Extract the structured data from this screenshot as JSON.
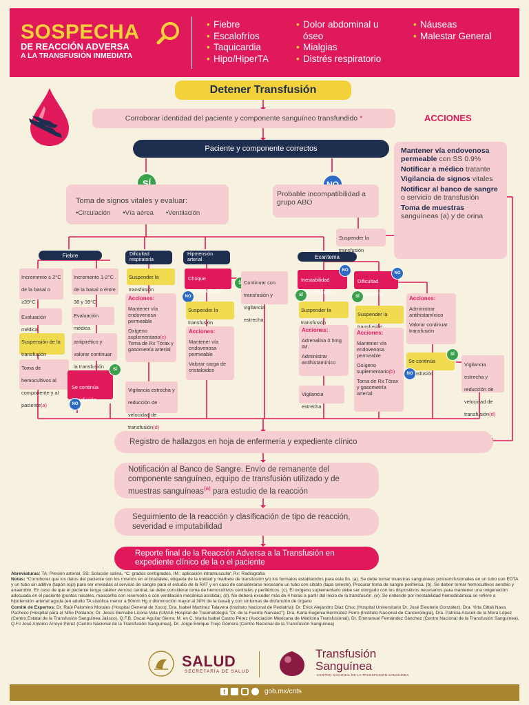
{
  "header": {
    "title": "SOSPECHA",
    "subtitle1": "DE REACCIÓN ADVERSA",
    "subtitle2": "A LA TRANSFUSIÓN INMEDIATA",
    "symptoms_col1": [
      "Fiebre",
      "Escalofríos",
      "Taquicardia",
      "Hipo/HiperTA"
    ],
    "symptoms_col2": [
      "Dolor abdominal u óseo",
      "Mialgias",
      "Distrés respiratorio"
    ],
    "symptoms_col3": [
      "Náuseas",
      "Malestar General"
    ]
  },
  "stop_label": "Detener Transfusión",
  "verify_label": "Corroborar identidad del paciente y componente sanguíneo transfundido",
  "verify_mark": "*",
  "correct_label": "Paciente y componente correctos",
  "yes": "SÍ",
  "no": "NO",
  "si_small": "SÍ",
  "no_small": "NO",
  "vitals": {
    "title": "Toma de signos vitales y evaluar:",
    "items": [
      "•Circulación",
      "•Vía aérea",
      "•Ventilación"
    ]
  },
  "abo_label": "Probable incompatibilidad a grupo ABO",
  "suspend_label": "Suspender la transfusión",
  "acciones_title": "ACCIONES",
  "acciones": [
    {
      "bold": "Mantener vía endovenosa permeable",
      "rest": "con SS 0.9%"
    },
    {
      "bold": "Notificar a médico",
      "rest": "tratante"
    },
    {
      "bold": "Vigilancia de signos",
      "rest": "vitales"
    },
    {
      "bold": "Notificar al banco de sangre",
      "rest": "o servicio de transfusión"
    },
    {
      "bold": "Toma de muestras",
      "rest": "sanguíneas (a) y de orina"
    }
  ],
  "fiebre": {
    "tag": "Fiebre",
    "inc1": "Incremento ≥ 2°C de la basal o ≥39°C",
    "inc2": "Incremento 1-2°C de la basal o entre 38 y 39°C",
    "eval1": "Evaluación médica",
    "eval2": "Evaluación médica",
    "susp": "Suspensión de la transfusión",
    "antip": "antipirético y valorar continuar la transfusión",
    "hemo": "Toma de hemocultivos al componente y al paciente",
    "hemo_mark": "(a)",
    "continua": "Se continúa transfusión"
  },
  "dificultad": {
    "tag": "Dificultad respiratoria",
    "susp": "Suspender la transfusión",
    "acc": "Acciones:",
    "a1": "Mantener vía endovenosa permeable",
    "a2": "Oxígeno suplementario",
    "a2_mark": "(c)",
    "a3": "Toma de Rx Tórax y gasometría arterial",
    "vig": "Vigilancia estrecha y reducción de velocidad de transfusión",
    "vig_mark": "(d)"
  },
  "hipotension": {
    "tag": "Hipotensión arterial",
    "choque": "Choque hemorrágico",
    "choque_mark": "(e)",
    "continuar": "Continuar con transfusión y vigilancia estrecha",
    "susp": "Suspender la transfusión",
    "acc": "Acciones:",
    "a1": "Mantener vía endovenosa permeable",
    "a2": "Valorar carga de cristaloides"
  },
  "exantema": {
    "tag": "Exantema",
    "inest": "Inestabilidad hemodinámica",
    "dif": "Dificultad respiratoria",
    "susp1": "Suspender la transfusión",
    "susp2": "Suspender la transfusión",
    "acc": "Acciones:",
    "b1": "Adrenalina 0.5mg IM.",
    "b2": "Administrar antihistamínico",
    "vig1": "Vigilancia estrecha",
    "c1": "Mantener vía endovenosa permeable",
    "c2": "Oxígeno suplementario",
    "c2_mark": "(b)",
    "c3": "Toma de Rx Tórax y gasometría arterial",
    "d1": "Administrar antihistamínico",
    "d2": "Valorar continuar transfusión",
    "continua": "Se continúa transfusión",
    "vig2": "Vigilancia estrecha y reducción de velocidad de transfusión",
    "vig2_mark": "(d)"
  },
  "bottom": {
    "registro": "Registro de hallazgos en hoja de enfermería y expediente clínico",
    "notif": "Notificación al Banco de Sangre. Envío de remanente del componente sanguíneo, equipo de transfusión utilizado y de muestras sanguíneas",
    "notif_mark": "(a)",
    "notif_tail": " para estudio de la reacción",
    "seguimiento": "Seguimiento de la reacción y clasificación de tipo de reacción, severidad e imputabilidad",
    "reporte": "Reporte final de la Reacción Adversa a la Transfusión en expediente clínico de la o el paciente"
  },
  "notes": {
    "abrev_label": "Abreviaturas:",
    "abrev": " TA: Presión arterial, SS: Solución salina, °C: grados centígrados, IM.: aplicación intramuscular; Rx: Radiografía",
    "notas_label": "Notas:",
    "notas": " *Corroborar que los datos del paciente son los mismos en el brazalete, etiqueta de la unidad y marbete de transfusión y/o los formatos establecidos para este fin. (a). Se debe tomar muestras sanguíneas postransfusionales en un tubo con EDTA y un tubo sin aditivo (tapón rojo) para ser enviadas al servicio de sangre para el estudio de la RAT y en caso de considerarse necesario un tubo con citrato (tapa celeste). Procurar toma de sangre periférica. (b). Se deben tomar hemocultivos aerobio y anaerobio. En caso de que el paciente tenga catéter venoso central, se debe considerar toma de hemocultivos centrales y periféricos. (c). El oxígeno suplementario debe ser otorgado con los dispositivos necesarios para mantener una oxigenación adecuada en el paciente (puntas nasales, mascarilla con reservorio o con ventilación mecánica asistida). (d). No deberá exceder más de 4 horas a partir del inicio de la transfusión. (e). Se entiende por inestabilidad hemodinámica se refiere a hipotensión arterial aguda (en adulto TA sistólica menor a 90mm Hg o disminución mayor al 30% de la basal) y con síntomas de disfunción de órgano",
    "comite_label": "Comité de Expertos:",
    "comite": " Dr. Raúl Palomino Morales (Hospital General de Xoco); Dra. Isabel Martínez Talavera (Instituto Nacional de Pediatría); Dr. Erick Alejandro Díaz Chuc (Hospital Universitario Dr. José Eleuterio González); Dra. Yirla Citlali Nava Pacheco (Hospital para el Niño Poblano); Dr. Jesús Bernabé Licona Vela (UMAE Hospital de Traumatología \"Dr. de la Fuente Narváez\"); Dra. Karla Eugenia Bermúdez Ferro (Instituto Nacional de Cancerología), Dra. Patricia Araceli de la Mora López (Centro Estatal de la Transfusión Sanguínea Jalisco), Q.F.B. Oscar Aguilar Sierra; M. en C. María Isabel Castro Pérez (Asociación Mexicana de Medicina Transfusional), Dr. Emmanuel Fernández Sánchez (Centro Nacional de la Transfusión Sanguínea), Q.F.I José Antonio Arroyo Pérez (Centro Nacional de la Transfusión Sanguínea), Dr. Jorge Enrique Trejo Gómora (Centro Nacional de la Transfusión Sanguínea)"
  },
  "footer": {
    "salud": "SALUD",
    "secretaria": "SECRETARÍA DE SALUD",
    "ts1": "Transfusión",
    "ts2": "Sanguínea",
    "ts3": "CENTRO NACIONAL DE LA TRANSFUSIÓN SANGUÍNEA",
    "url": "gob.mx/cnts"
  },
  "colors": {
    "brand": "#e0195a",
    "yellow": "#f3d13a",
    "navy": "#1e2e4e",
    "pink": "#f6cdd0",
    "gold": "#a8852e",
    "green": "#3aa14a",
    "blue": "#2c6bc4"
  }
}
